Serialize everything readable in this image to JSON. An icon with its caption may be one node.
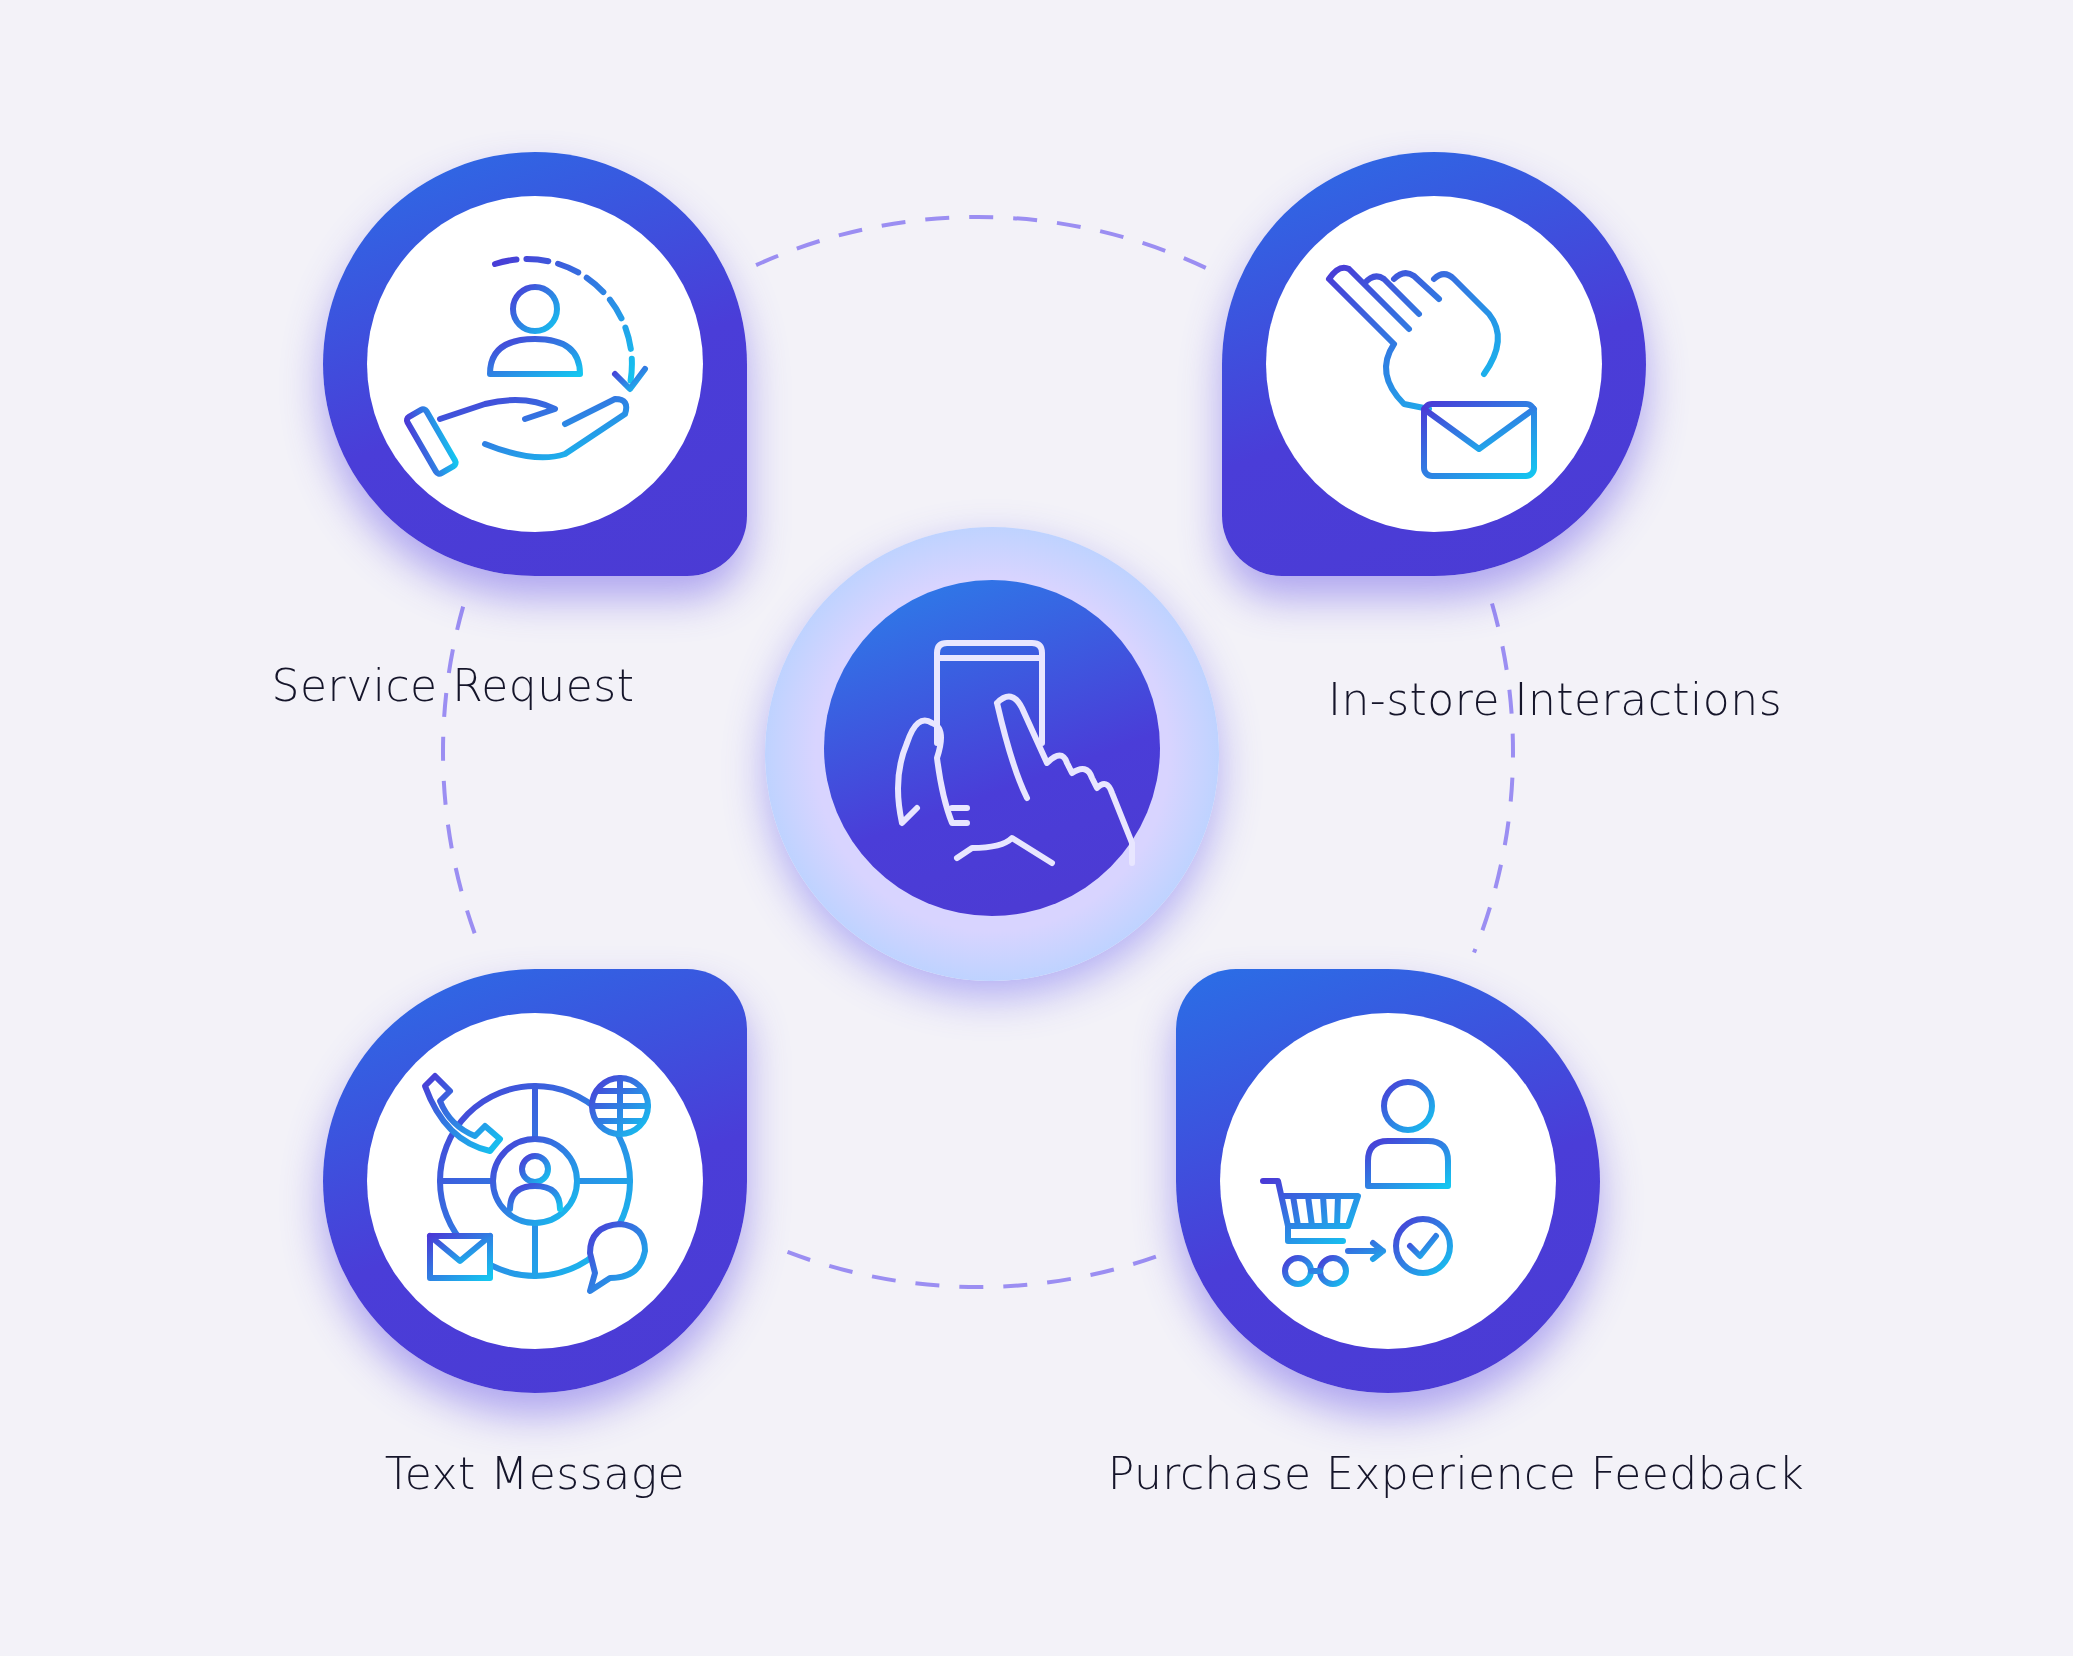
{
  "diagram": {
    "nodes": [
      {
        "text": [
          "Service Request"
        ]
      },
      {
        "text": [
          "In-store Interactions"
        ]
      },
      {
        "text": [],
        "shape": "circle"
      },
      {
        "text": [
          "Text Message"
        ]
      },
      {
        "text": [
          "Purchase Experience Feedback"
        ]
      }
    ],
    "edges": [
      {
        "from": 0,
        "to": 1,
        "arrow": "none",
        "style": "dashed"
      },
      {
        "from": 1,
        "to": 4,
        "arrow": "none",
        "style": "dashed"
      },
      {
        "from": 4,
        "to": 3,
        "arrow": "none",
        "style": "dashed"
      },
      {
        "from": 3,
        "to": 0,
        "arrow": "none",
        "style": "dashed"
      }
    ]
  }
}
